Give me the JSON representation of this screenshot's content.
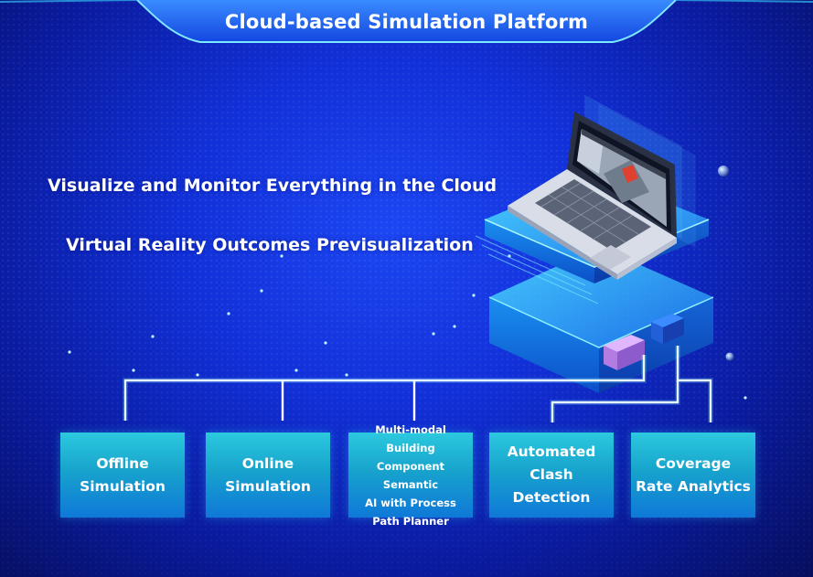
{
  "page": {
    "title": "Cloud-based Simulation Platform",
    "headline_1": "Visualize and Monitor Everything in the Cloud",
    "headline_2": "Virtual Reality Outcomes Previsualization"
  },
  "modules": [
    {
      "label": "Offline\nSimulation"
    },
    {
      "label": "Online\nSimulation"
    },
    {
      "label": "Multi-modal Building\nComponent Semantic\nAI with Process\nPath Planner"
    },
    {
      "label": "Automated\nClash Detection"
    },
    {
      "label": "Coverage\nRate Analytics"
    }
  ],
  "colors": {
    "background": "#1230d8",
    "module_top": "#2cc9df",
    "module_bottom": "#0f78d8",
    "connector": "#ffffff",
    "accent_cyan": "#38e8ff"
  }
}
